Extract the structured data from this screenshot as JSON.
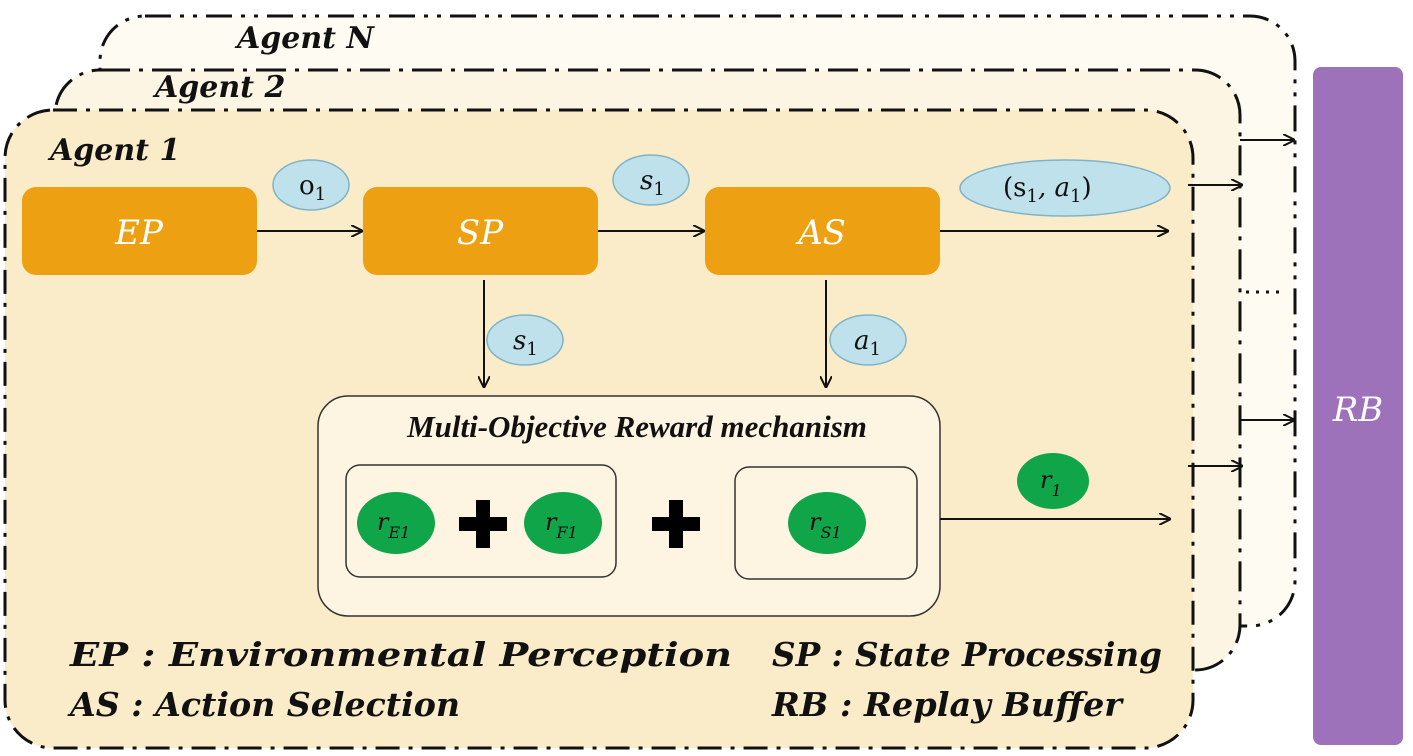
{
  "agents": {
    "agent_n": "Agent N",
    "agent_2": "Agent 2",
    "agent_1": "Agent 1"
  },
  "boxes": {
    "ep": "EP",
    "sp": "SP",
    "as": "AS"
  },
  "tokens": {
    "o1": "o",
    "o1_sub": "1",
    "s1_top": "s",
    "s1_top_sub": "1",
    "sa_pair_open": "(s",
    "sa_pair_sub1": "1",
    "sa_pair_mid": ", a",
    "sa_pair_sub2": "1",
    "sa_pair_close": ")",
    "s1_down": "s",
    "s1_down_sub": "1",
    "a1_down": "a",
    "a1_down_sub": "1"
  },
  "reward": {
    "title": "Multi-Objective Reward mechanism",
    "rE": "r",
    "rE_sub": "E1",
    "rF": "r",
    "rF_sub": "F1",
    "rS": "r",
    "rS_sub": "S1",
    "r1": "r",
    "r1_sub": "1"
  },
  "buffer": {
    "label": "RB"
  },
  "legend": {
    "ep": "EP :  Environmental Perception",
    "sp": "SP :  State Processing",
    "as": "AS :  Action Selection",
    "rb": "RB :  Replay Buffer"
  },
  "colors": {
    "agent_fill": "#fcf3dc",
    "agent1_fill": "#fbecc9",
    "process_box": "#eda011",
    "token_blue": "#bfe1ec",
    "reward_green": "#11a54a",
    "buffer_purple": "#9e71bb"
  }
}
